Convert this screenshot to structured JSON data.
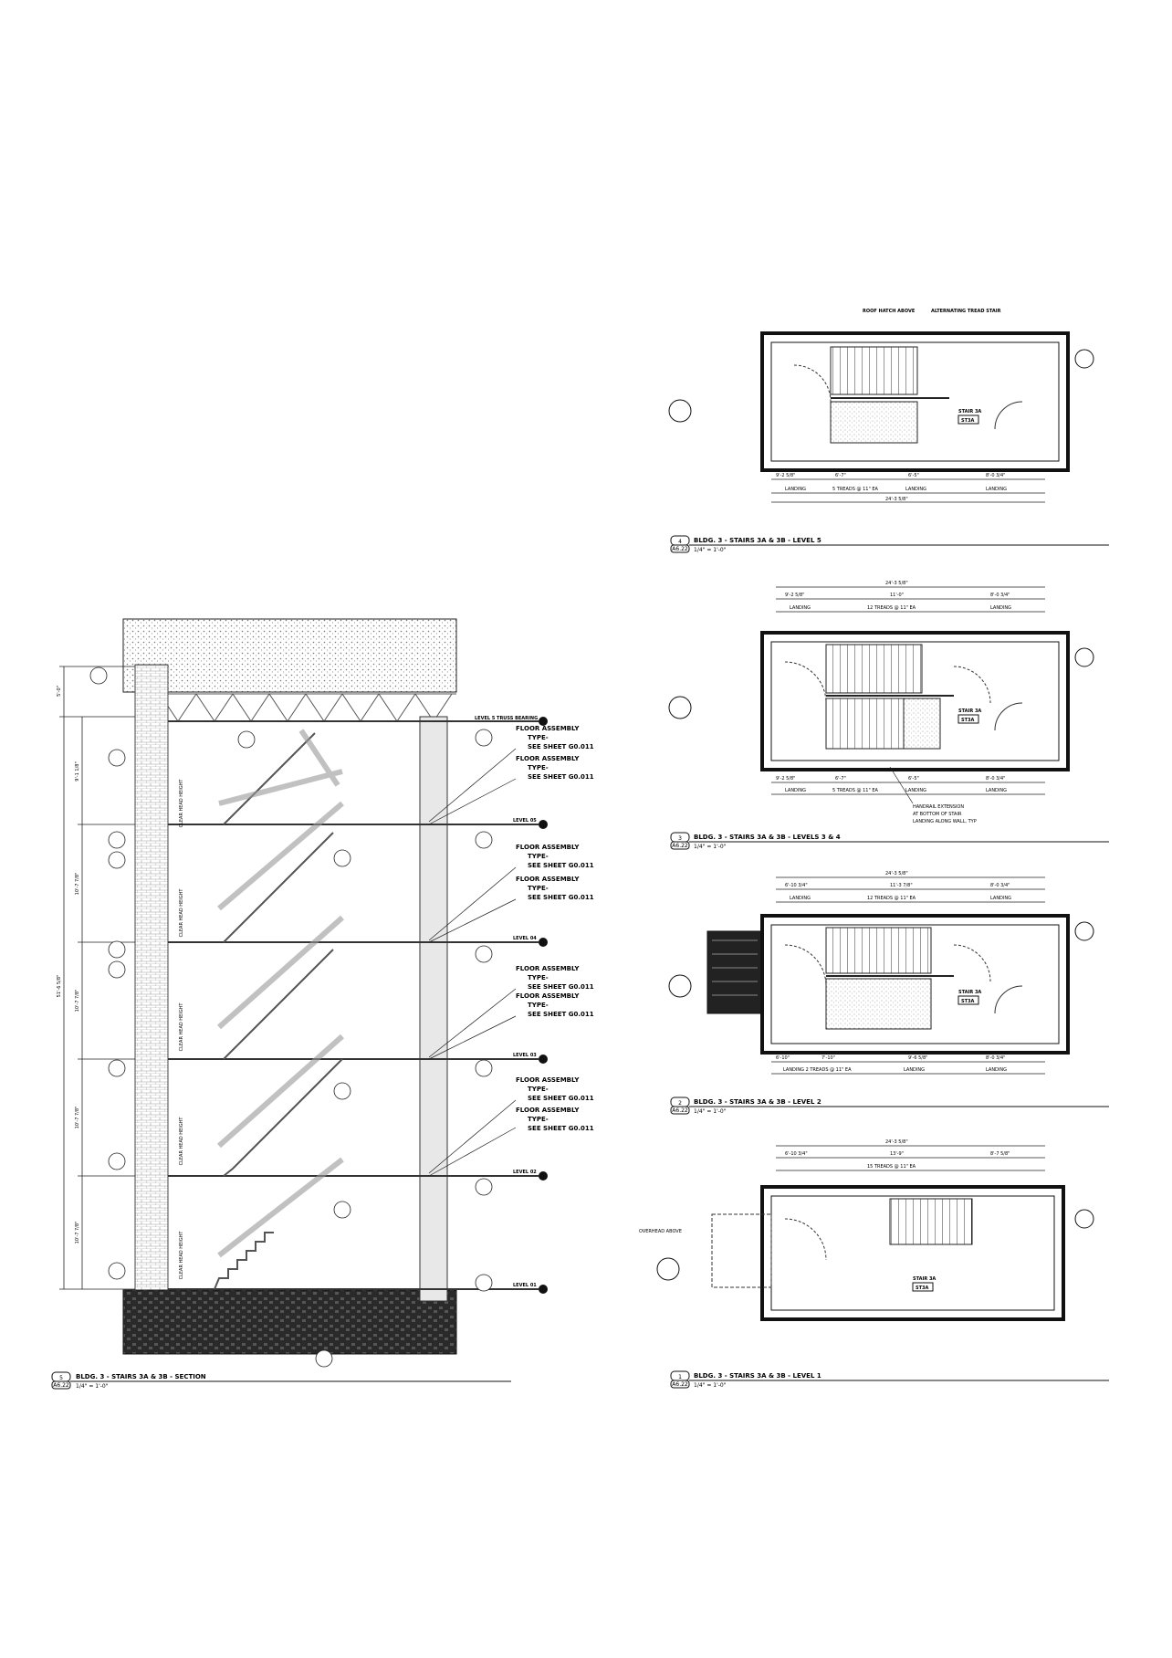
{
  "section": {
    "title": "BLDG. 3 - STAIRS 3A & 3B - SECTION",
    "scale": "1/4\" = 1'-0\"",
    "number": "5",
    "sheet": "A6.22",
    "floor_note": [
      "FLOOR ASSEMBLY",
      "TYPE-",
      "SEE SHEET G0.011"
    ],
    "level_labels": [
      "LEVEL 5 TRUSS BEARING",
      "LEVEL 05",
      "LEVEL 04",
      "LEVEL 03",
      "LEVEL 02",
      "LEVEL 01"
    ],
    "overall_dim": "51'-6 5/8\"",
    "story_dims": [
      "9'-1 1/8\"",
      "10'-7 7/8\"",
      "10'-7 7/8\"",
      "10'-7 7/8\"",
      "10'-7 7/8\""
    ],
    "top_dim": "5'-0\"",
    "clear_head": "CLEAR HEAD HEIGHT"
  },
  "plans": [
    {
      "number": "4",
      "sheet": "A6.22",
      "title": "BLDG. 3 - STAIRS 3A & 3B - LEVEL 5",
      "scale": "1/4\" = 1'-0\"",
      "top_notes": [
        "ROOF HATCH ABOVE",
        "ALTERNATING TREAD STAIR"
      ],
      "dims": [
        "9'-2 5/8\"",
        "6'-7\"",
        "6'-5\"",
        "8'-0 3/4\""
      ],
      "dim_labels": [
        "LANDING",
        "5 TREADS @ 11\" EA",
        "LANDING",
        "LANDING"
      ],
      "overall": "24'-3 5/8\"",
      "room": "STAIR 3A",
      "room_no": "ST3A"
    },
    {
      "number": "3",
      "sheet": "A6.22",
      "title": "BLDG. 3 - STAIRS 3A & 3B - LEVELS 3 & 4",
      "scale": "1/4\" = 1'-0\"",
      "top_dims": [
        "9'-2 5/8\"",
        "11'-0\"",
        "8'-0 3/4\""
      ],
      "top_labels": [
        "LANDING",
        "12 TREADS @ 11\" EA",
        "LANDING"
      ],
      "overall": "24'-3 5/8\"",
      "dims": [
        "9'-2 5/8\"",
        "6'-7\"",
        "6'-5\"",
        "8'-0 3/4\""
      ],
      "dim_labels": [
        "LANDING",
        "5 TREADS @ 11\" EA",
        "LANDING",
        "LANDING"
      ],
      "callout": [
        "HANDRAIL EXTENSION",
        "AT BOTTOM OF STAIR",
        "LANDING ALONG WALL, TYP"
      ],
      "room": "STAIR 3A",
      "room_no": "ST3A"
    },
    {
      "number": "2",
      "sheet": "A6.22",
      "title": "BLDG. 3 - STAIRS 3A & 3B - LEVEL 2",
      "scale": "1/4\" = 1'-0\"",
      "top_dims": [
        "6'-10 3/4\"",
        "11'-3 7/8\"",
        "8'-0 3/4\""
      ],
      "top_labels": [
        "LANDING",
        "12 TREADS @ 11\" EA",
        "LANDING"
      ],
      "overall": "24'-3 5/8\"",
      "dims": [
        "6'-10\"",
        "7'-10\"",
        "9'-6 5/8\"",
        "8'-0 3/4\""
      ],
      "dim_labels": [
        "LANDING 2 TREADS @ 11\" EA",
        "LANDING",
        "LANDING"
      ],
      "room": "STAIR 3A",
      "room_no": "ST3A"
    },
    {
      "number": "1",
      "sheet": "A6.22",
      "title": "BLDG. 3 - STAIRS 3A & 3B - LEVEL 1",
      "scale": "1/4\" = 1'-0\"",
      "top_dims": [
        "6'-10 3/4\"",
        "13'-9\"",
        "8'-7 5/8\""
      ],
      "top_labels": [
        "15 TREADS @ 11\" EA"
      ],
      "overall": "24'-3 5/8\"",
      "side_note": "OVERHEAD ABOVE",
      "room": "STAIR 3A",
      "room_no": "ST3A"
    }
  ]
}
